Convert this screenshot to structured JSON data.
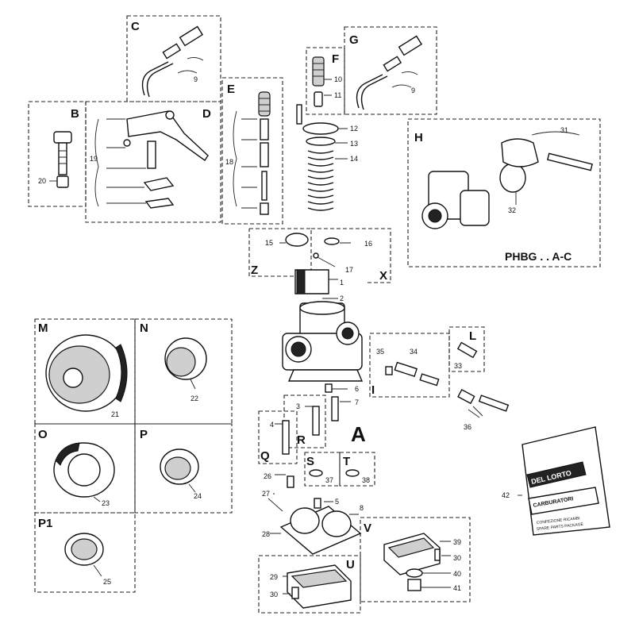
{
  "groups": [
    "A",
    "B",
    "C",
    "D",
    "E",
    "F",
    "G",
    "H",
    "I",
    "L",
    "M",
    "N",
    "O",
    "P",
    "P1",
    "Q",
    "R",
    "S",
    "T",
    "U",
    "V",
    "X",
    "Z"
  ],
  "parts": [
    "1",
    "2",
    "3",
    "4",
    "5",
    "6",
    "7",
    "8",
    "9",
    "10",
    "11",
    "12",
    "13",
    "14",
    "15",
    "16",
    "17",
    "18",
    "19",
    "20",
    "21",
    "22",
    "23",
    "24",
    "25",
    "26",
    "27",
    "28",
    "29",
    "30",
    "31",
    "32",
    "33",
    "34",
    "35",
    "36",
    "37",
    "38",
    "39",
    "40",
    "41",
    "42"
  ],
  "model_title": "PHBG . . A-C",
  "packet": {
    "brand": "DEL LORTO",
    "line1": "CARBURATORI",
    "line2": "CONFEZIONE RICAMBI",
    "line3": "SPARE PARTS PACKAGE"
  }
}
